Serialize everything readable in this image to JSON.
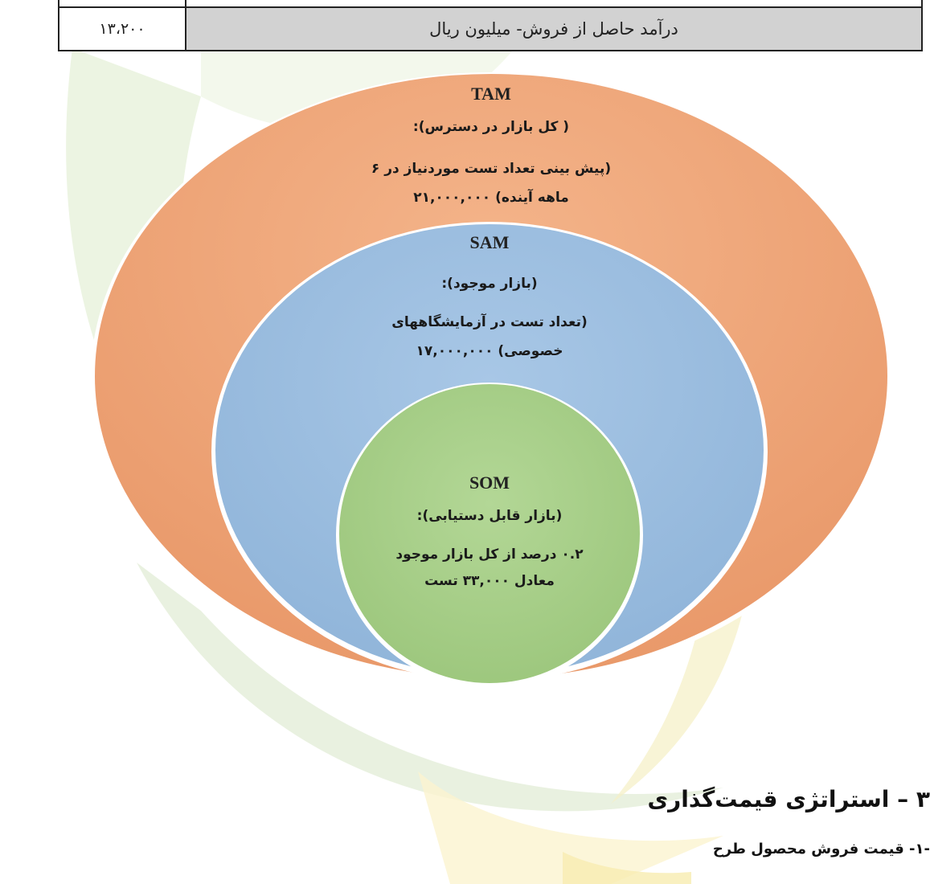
{
  "table_row": {
    "label": "درآمد حاصل از فروش- میلیون ریال",
    "value": "۱۳،۲۰۰"
  },
  "diagram": {
    "tam": {
      "abbr": "TAM",
      "title": "( کل بازار در دسترس):",
      "line1": "(پیش بینی تعداد تست موردنیاز در ۶",
      "line2": "ماهه آینده) ۲۱,۰۰۰,۰۰۰",
      "color": "#f0ae80"
    },
    "sam": {
      "abbr": "SAM",
      "title": "(بازار موجود):",
      "line1": "(تعداد تست در آزمایشگاههای",
      "line2": "خصوصی) ۱۷,۰۰۰,۰۰۰",
      "color": "#9cc0e2"
    },
    "som": {
      "abbr": "SOM",
      "title": "(بازار قابل دستیابی):",
      "line1": "۰.۲ درصد از کل بازار موجود",
      "line2": "معادل ۳۳,۰۰۰ تست",
      "color": "#a9d18e"
    }
  },
  "section": {
    "heading": "۳ – استراتژی قیمت‌گذاری",
    "subheading": "-۱- قیمت فروش محصول طرح"
  }
}
